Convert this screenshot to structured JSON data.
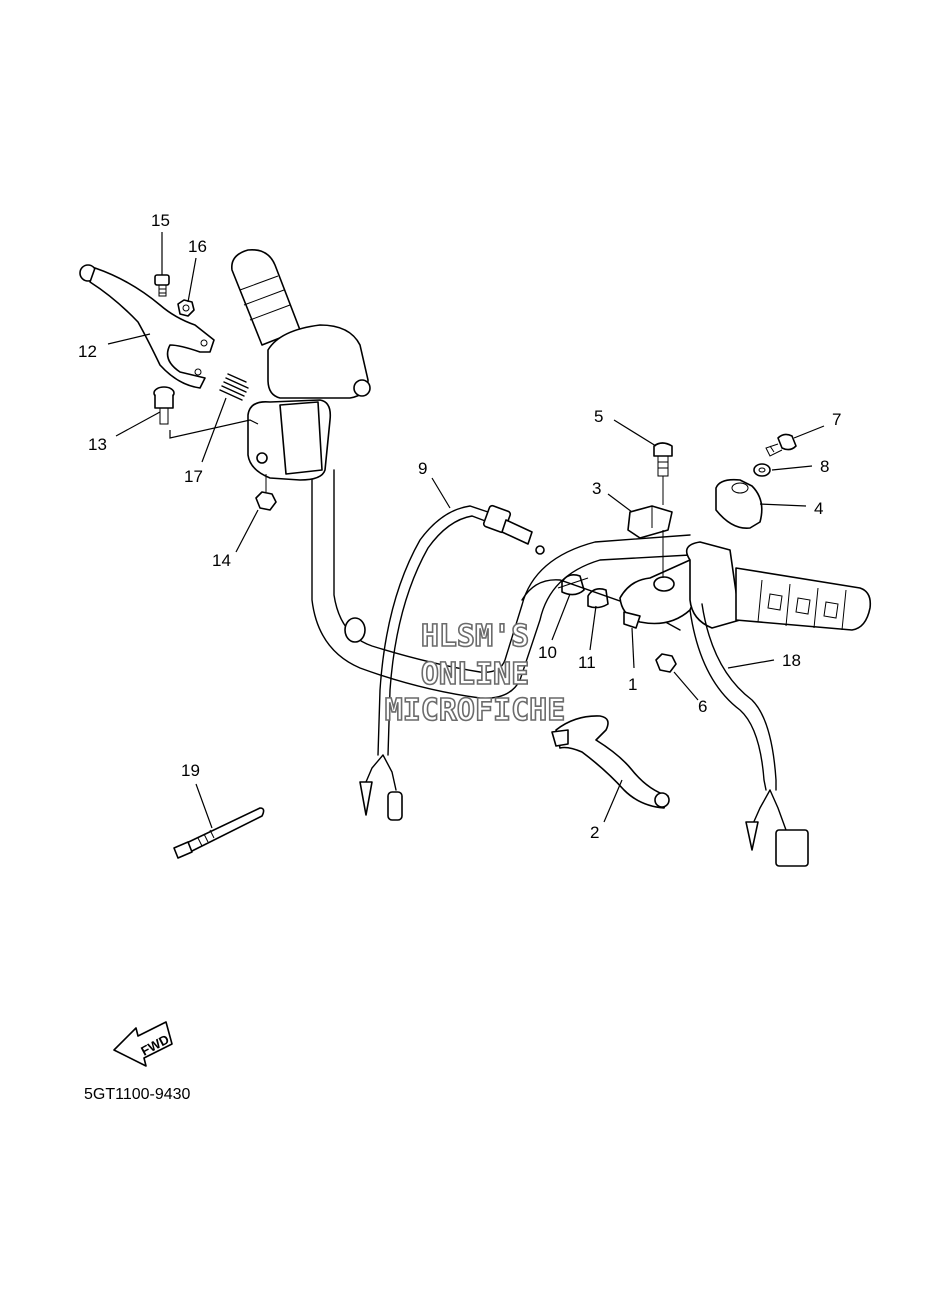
{
  "callouts": {
    "c1": "1",
    "c2": "2",
    "c3": "3",
    "c4": "4",
    "c5": "5",
    "c6": "6",
    "c7": "7",
    "c8": "8",
    "c9": "9",
    "c10": "10",
    "c11": "11",
    "c12": "12",
    "c13": "13",
    "c14": "14",
    "c15": "15",
    "c16": "16",
    "c17": "17",
    "c18": "18",
    "c19": "19"
  },
  "watermark": {
    "line1": "HLSM'S",
    "line2": "ONLINE",
    "line3": "MICROFICHE"
  },
  "fwd_label": "FWD",
  "diagram_code": "5GT1100-9430",
  "icons": [
    "fwd-arrow-icon"
  ]
}
